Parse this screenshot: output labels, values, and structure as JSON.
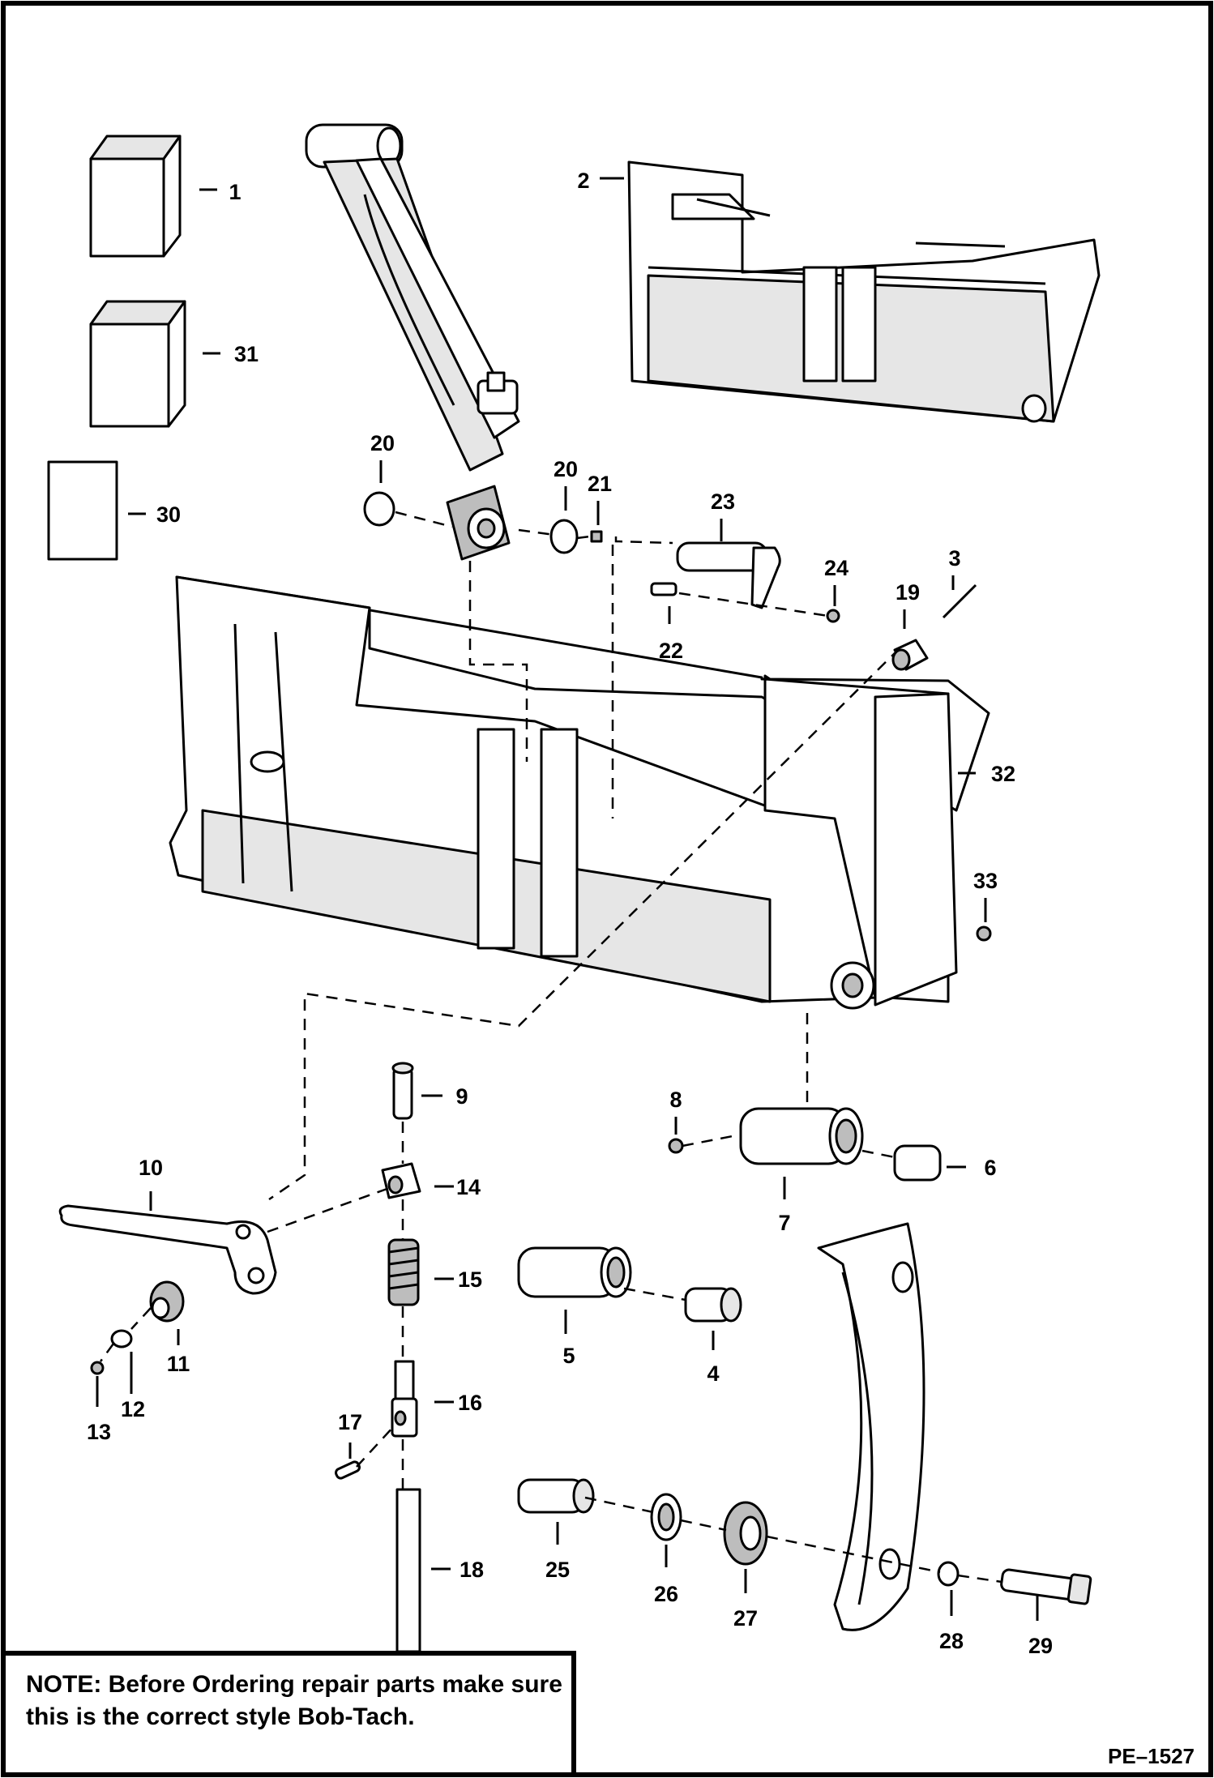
{
  "note": {
    "line1": "NOTE: Before Ordering repair parts make sure",
    "line2": "this is the correct style Bob-Tach."
  },
  "drawing_code": "PE–1527",
  "callouts": [
    "1",
    "2",
    "3",
    "4",
    "5",
    "6",
    "7",
    "8",
    "9",
    "10",
    "11",
    "12",
    "13",
    "14",
    "15",
    "16",
    "17",
    "18",
    "19",
    "20",
    "20",
    "21",
    "22",
    "23",
    "24",
    "25",
    "26",
    "27",
    "28",
    "29",
    "30",
    "31",
    "32",
    "33"
  ]
}
